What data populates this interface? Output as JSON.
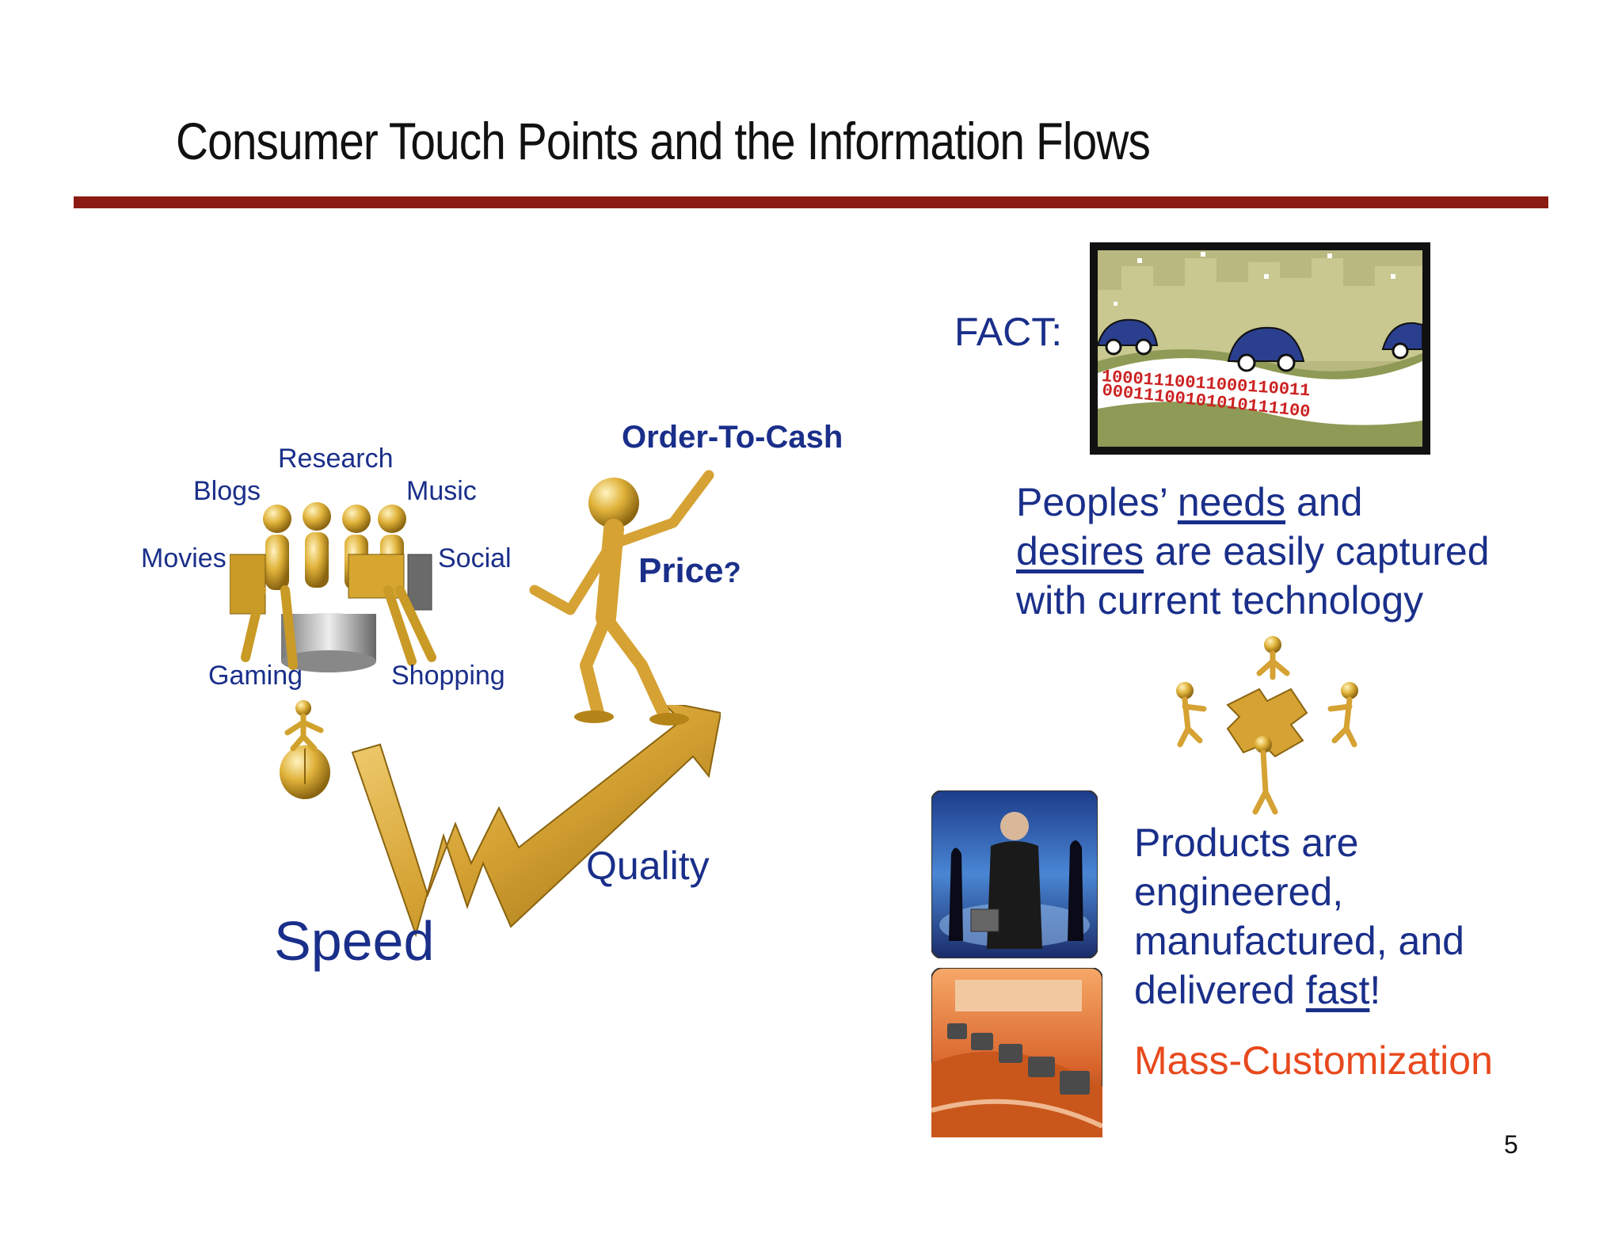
{
  "slide": {
    "title": "Consumer Touch Points and the Information Flows",
    "page_number": "5"
  },
  "left": {
    "touch_points": {
      "research": "Research",
      "blogs": "Blogs",
      "music": "Music",
      "movies": "Movies",
      "social": "Social",
      "gaming": "Gaming",
      "shopping": "Shopping"
    },
    "order_to_cash": "Order-To-Cash",
    "price": "Price",
    "price_q": "?",
    "quality": "Quality",
    "speed": "Speed"
  },
  "right": {
    "fact_label": "FACT:",
    "binary_strip": [
      "10001110011000110011",
      "00011100101010111100"
    ],
    "needs_text": {
      "p1": "Peoples’ ",
      "needs": "needs",
      "p2": " and",
      "desires": "desires",
      "p3": " are easily captured",
      "line3": "with current technology"
    },
    "products_text": {
      "line1": "Products are",
      "line2": "engineered,",
      "line3": "manufactured, and",
      "p4": "delivered ",
      "fast": "fast",
      "excl": "!"
    },
    "mass_customization": "Mass-Customization"
  },
  "colors": {
    "rule": "#8b1a12",
    "text_blue": "#1a2f8a",
    "accent_orange": "#e8491d",
    "gold": "#d4a72c"
  }
}
